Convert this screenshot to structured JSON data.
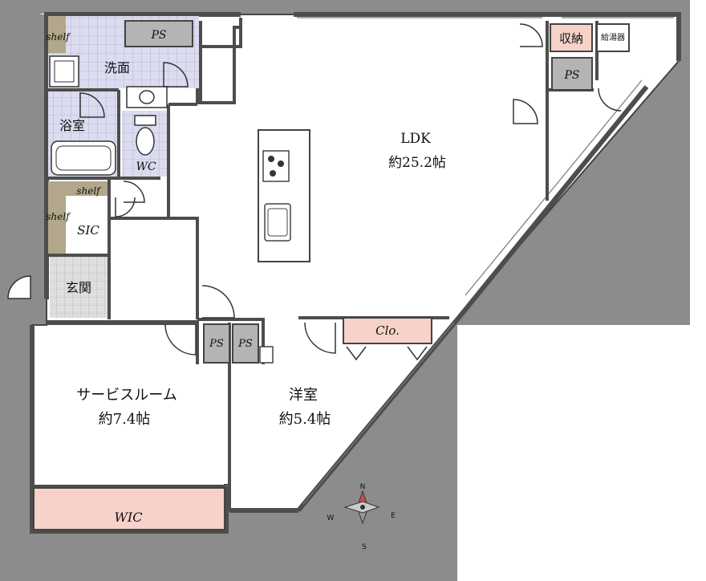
{
  "rooms": {
    "ldk": {
      "name": "LDK",
      "area": "約25.2帖"
    },
    "service_room": {
      "name": "サービスルーム",
      "area": "約7.4帖"
    },
    "western_room": {
      "name": "洋室",
      "area": "約5.4帖"
    },
    "wash": {
      "name": "洗面"
    },
    "bath": {
      "name": "浴室"
    },
    "wc": {
      "name": "WC"
    },
    "sic": {
      "name": "SIC"
    },
    "entrance": {
      "name": "玄関"
    },
    "wic": {
      "name": "WIC"
    },
    "closet": {
      "name": "Clo."
    },
    "storage": {
      "name": "収納"
    },
    "water_heater": {
      "name": "給湯器"
    }
  },
  "shelves": [
    "shelf",
    "shelf",
    "shelf"
  ],
  "ps_labels": [
    "PS",
    "PS",
    "PS",
    "PS"
  ],
  "compass": {
    "n": "N",
    "s": "S",
    "e": "E",
    "w": "W"
  },
  "colors": {
    "exterior": "#8c8c8c",
    "wall": "#4d4d4d",
    "wet_area": "#dcdcf0",
    "storage": "#f6d2c8",
    "ps": "#b4b4b4",
    "shelf": "#b2a78a",
    "entrance": "#d9d9d9"
  }
}
